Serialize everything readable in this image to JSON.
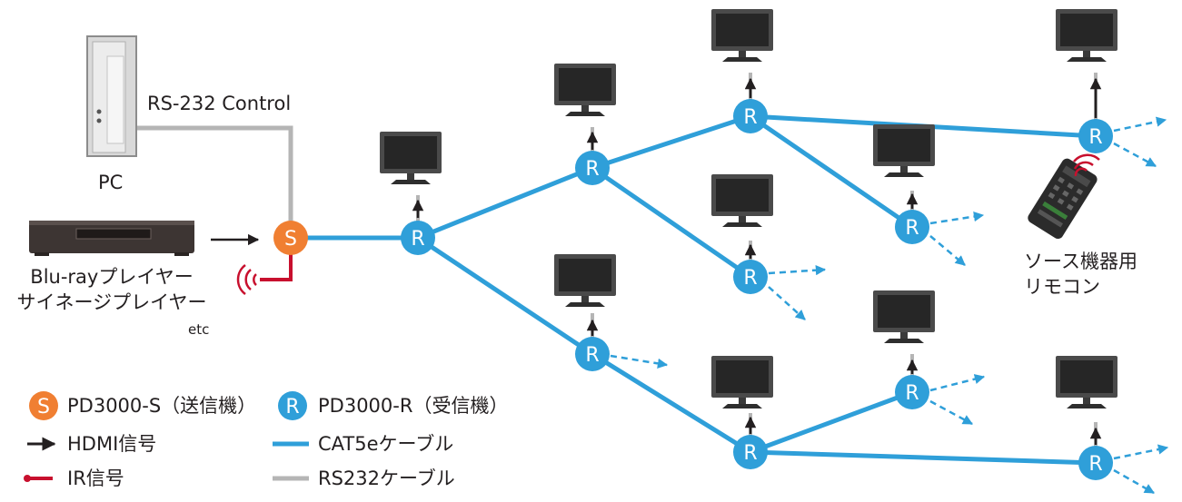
{
  "labels": {
    "rs232_control": "RS-232 Control",
    "pc": "PC",
    "player_line1": "Blu-rayプレイヤー",
    "player_line2": "サイネージプレイヤー",
    "player_etc": "etc",
    "remote_line1": "ソース機器用",
    "remote_line2": "リモコン"
  },
  "node_letters": {
    "sender": "S",
    "receiver": "R"
  },
  "legend": {
    "sender": "PD3000-S（送信機）",
    "receiver": "PD3000-R（受信機）",
    "hdmi": "HDMI信号",
    "ir": "IR信号",
    "cat5e": "CAT5eケーブル",
    "rs232": "RS232ケーブル"
  },
  "colors": {
    "cat5e": "#2f9fd9",
    "rs232": "#b5b5b5",
    "ir": "#c8102e",
    "hdmi": "#231f20",
    "sender_node": "#f07f32",
    "receiver_node": "#2f9fd9"
  },
  "icons": [
    "pc-tower-icon",
    "bluray-player-icon",
    "tv-monitor-icon",
    "remote-control-icon",
    "ir-signal-icon"
  ]
}
